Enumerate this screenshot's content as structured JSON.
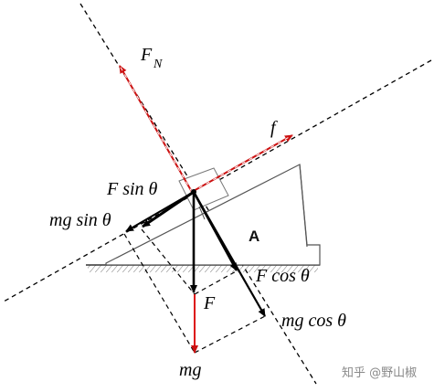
{
  "labels": {
    "fn_main": "F",
    "fn_sub": "N",
    "friction": "f",
    "f_sin_theta": "F sin θ",
    "mg_sin_theta": "mg sin θ",
    "block": "A",
    "f_cos_theta": "F cos θ",
    "force_f": "F",
    "mg_cos_theta": "mg cos θ",
    "mg": "mg"
  },
  "watermark": "知乎 @野山椒",
  "colors": {
    "reaction_forces": "#cc1111",
    "weight": "#dd1111",
    "applied_force": "#000000",
    "construction_lines": "#000000"
  }
}
